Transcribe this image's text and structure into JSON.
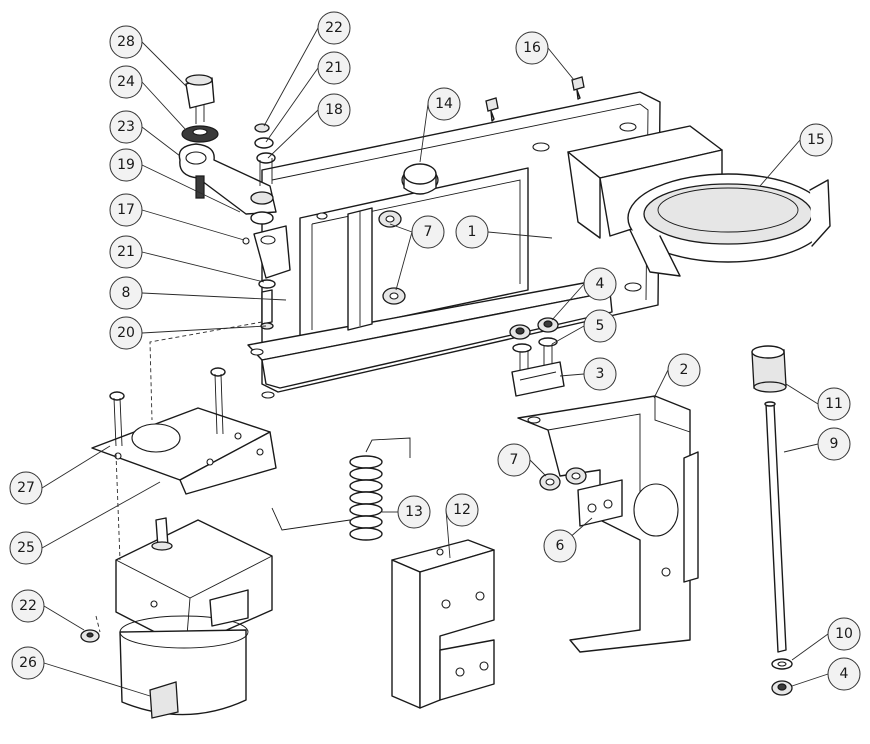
{
  "callouts": [
    {
      "id": "c28",
      "label": "28"
    },
    {
      "id": "c24",
      "label": "24"
    },
    {
      "id": "c23",
      "label": "23"
    },
    {
      "id": "c19",
      "label": "19"
    },
    {
      "id": "c17",
      "label": "17"
    },
    {
      "id": "c21a",
      "label": "21"
    },
    {
      "id": "c8",
      "label": "8"
    },
    {
      "id": "c20",
      "label": "20"
    },
    {
      "id": "c22a",
      "label": "22"
    },
    {
      "id": "c21b",
      "label": "21"
    },
    {
      "id": "c18",
      "label": "18"
    },
    {
      "id": "c14",
      "label": "14"
    },
    {
      "id": "c16",
      "label": "16"
    },
    {
      "id": "c15",
      "label": "15"
    },
    {
      "id": "c7a",
      "label": "7"
    },
    {
      "id": "c1",
      "label": "1"
    },
    {
      "id": "c4a",
      "label": "4"
    },
    {
      "id": "c5",
      "label": "5"
    },
    {
      "id": "c3",
      "label": "3"
    },
    {
      "id": "c2",
      "label": "2"
    },
    {
      "id": "c11",
      "label": "11"
    },
    {
      "id": "c9",
      "label": "9"
    },
    {
      "id": "c7b",
      "label": "7"
    },
    {
      "id": "c6",
      "label": "6"
    },
    {
      "id": "c13",
      "label": "13"
    },
    {
      "id": "c12",
      "label": "12"
    },
    {
      "id": "c27",
      "label": "27"
    },
    {
      "id": "c25",
      "label": "25"
    },
    {
      "id": "c22b",
      "label": "22"
    },
    {
      "id": "c26",
      "label": "26"
    },
    {
      "id": "c10",
      "label": "10"
    },
    {
      "id": "c4b",
      "label": "4"
    }
  ]
}
